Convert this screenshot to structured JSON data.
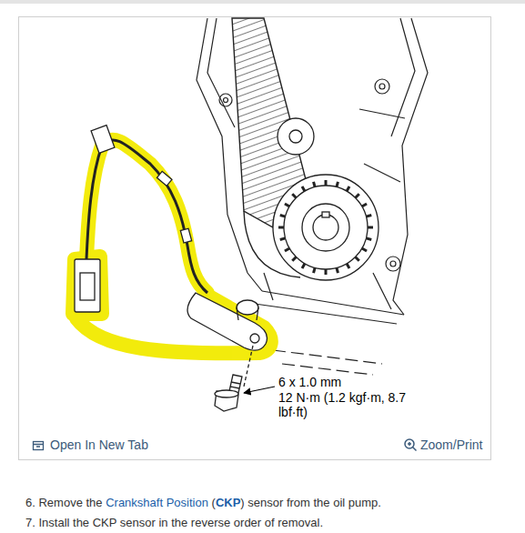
{
  "diagram": {
    "labels": [
      "6 x 1.0 mm",
      "12 N·m (1.2 kgf·m, 8.7 lbf·ft)",
      "Open In New Tab",
      "Zoom/Print",
      "6. Remove the",
      "Crankshaft Position",
      "(",
      "CKP",
      ") sensor from the oil pump.",
      "7. Install the CKP sensor in the reverse order of removal."
    ]
  }
}
